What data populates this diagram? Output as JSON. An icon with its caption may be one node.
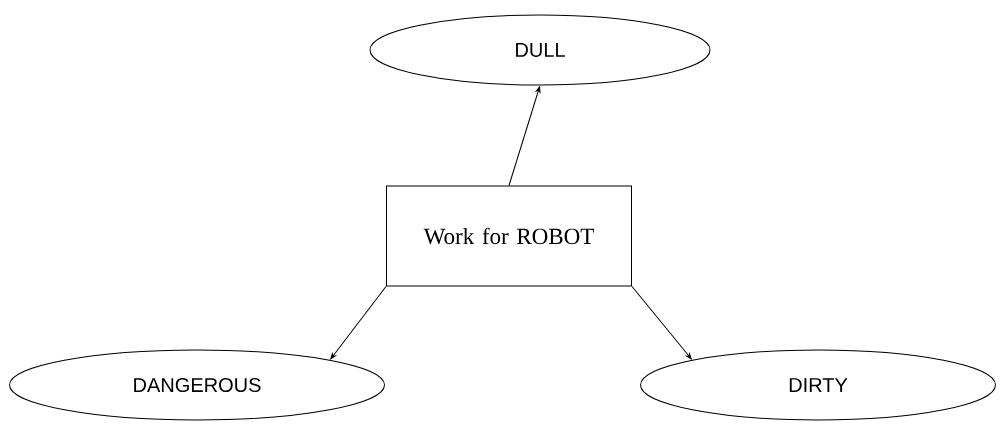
{
  "diagram": {
    "nodes": [
      {
        "text": [
          "DULL"
        ]
      },
      {
        "text": [
          "Work for ROBOT"
        ]
      },
      {
        "text": [
          "DANGEROUS"
        ]
      },
      {
        "text": [
          "DIRTY"
        ]
      }
    ],
    "edges": [
      {
        "from": 1,
        "to": 0,
        "arrow": "to"
      },
      {
        "from": 1,
        "to": 2,
        "arrow": "to"
      },
      {
        "from": 1,
        "to": 3,
        "arrow": "to"
      }
    ]
  }
}
